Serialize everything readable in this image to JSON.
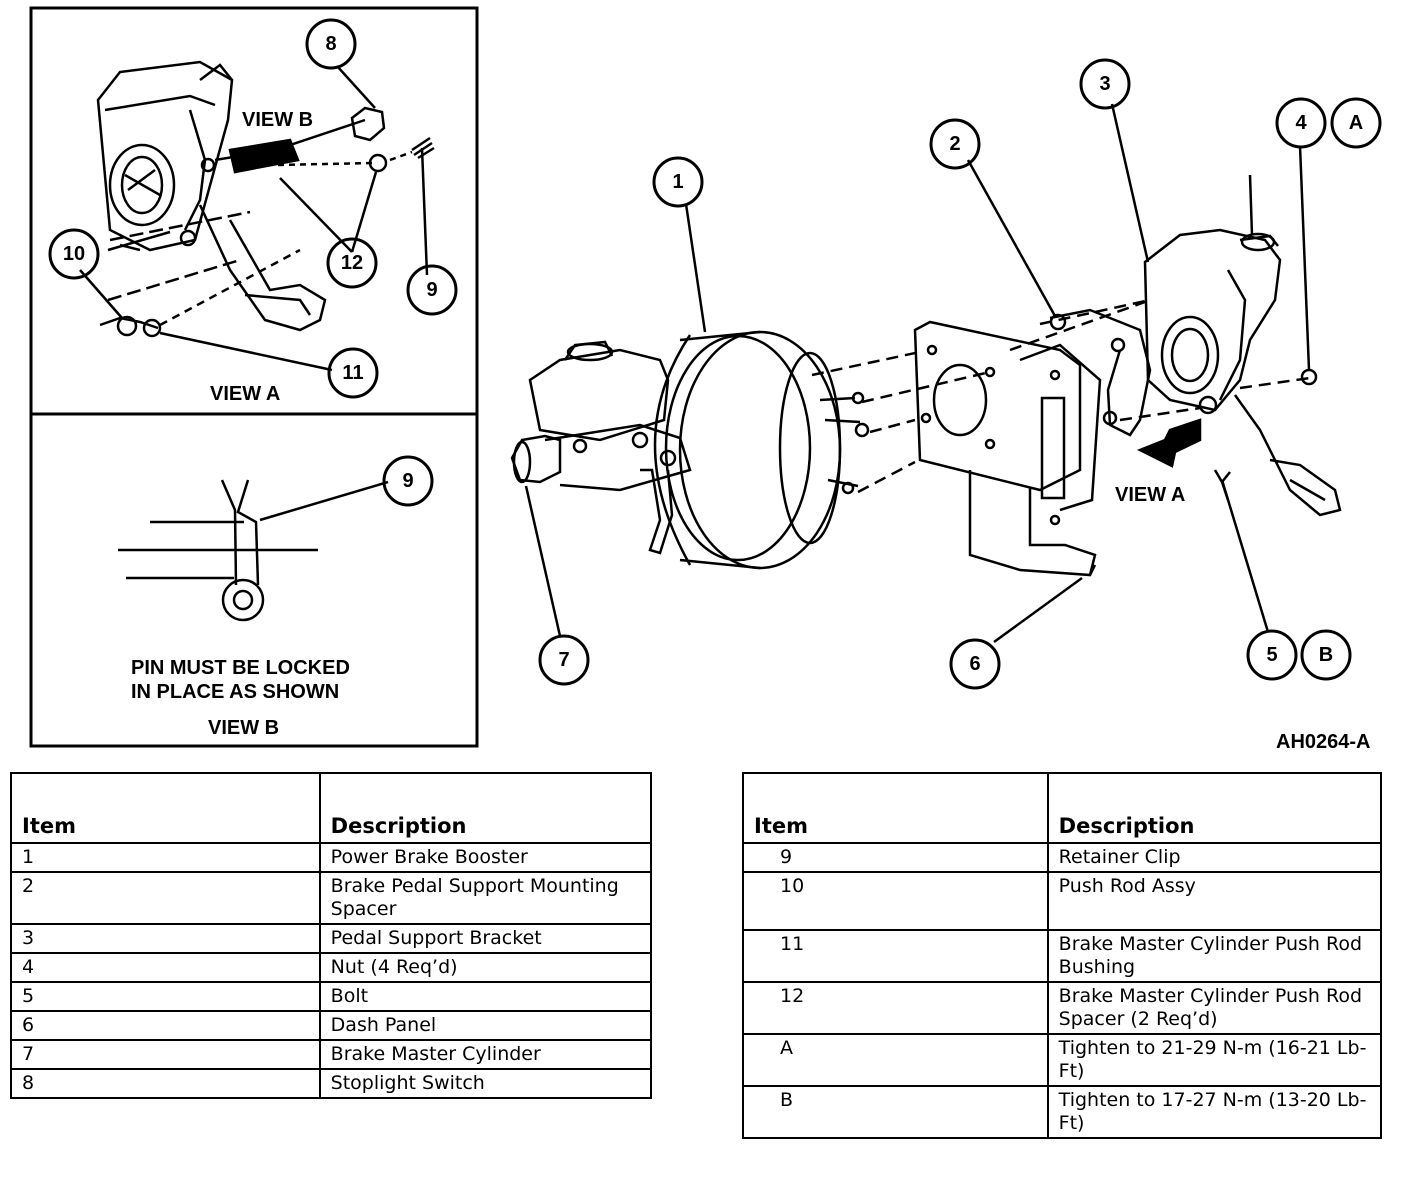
{
  "callouts": {
    "c1": "1",
    "c2": "2",
    "c3": "3",
    "c4": "4",
    "cA": "A",
    "c5": "5",
    "cB": "B",
    "c6": "6",
    "c7": "7",
    "inset_c8": "8",
    "inset_c9": "9",
    "inset_c10": "10",
    "inset_c11": "11",
    "inset_c12": "12",
    "viewb_c9": "9"
  },
  "view_labels": {
    "inset_view_b_arrow": "VIEW B",
    "inset_view_a_caption": "VIEW A",
    "main_view_a_arrow": "VIEW A",
    "view_b_caption": "VIEW B"
  },
  "note": {
    "line1": "PIN MUST BE LOCKED",
    "line2": "IN PLACE AS SHOWN"
  },
  "figure_id": "AH0264-A",
  "table_left": {
    "header_item": "Item",
    "header_description": "Description",
    "rows": [
      {
        "item": "1",
        "description": "Power Brake Booster"
      },
      {
        "item": "2",
        "description": "Brake Pedal Support Mounting Spacer"
      },
      {
        "item": "3",
        "description": "Pedal Support Bracket"
      },
      {
        "item": "4",
        "description": "Nut (4 Req’d)"
      },
      {
        "item": "5",
        "description": "Bolt"
      },
      {
        "item": "6",
        "description": "Dash Panel"
      },
      {
        "item": "7",
        "description": "Brake Master Cylinder"
      },
      {
        "item": "8",
        "description": "Stoplight Switch"
      }
    ]
  },
  "table_right": {
    "header_item": "Item",
    "header_description": "Description",
    "rows": [
      {
        "item": "9",
        "description": "Retainer Clip"
      },
      {
        "item": "10",
        "description": "Push Rod Assy"
      },
      {
        "item": "11",
        "description": "Brake Master Cylinder Push Rod Bushing"
      },
      {
        "item": "12",
        "description": "Brake Master Cylinder Push Rod Spacer  (2 Req’d)"
      },
      {
        "item": "A",
        "description": "Tighten to 21-29 N-m (16-21 Lb-Ft)"
      },
      {
        "item": "B",
        "description": "Tighten to 17-27 N-m (13-20 Lb-Ft)"
      }
    ]
  }
}
